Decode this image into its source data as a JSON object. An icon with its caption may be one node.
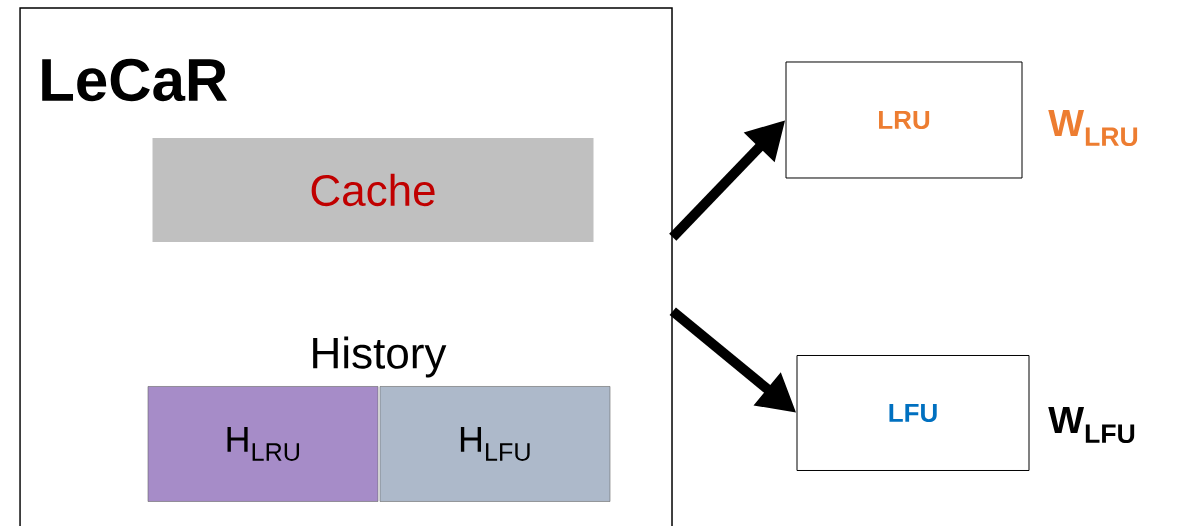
{
  "diagram": {
    "nodes": [
      {
        "text": [
          "LeCaR"
        ]
      },
      {
        "text": [
          "Cache"
        ],
        "in": 0
      },
      {
        "text": [
          "H$_{LRU}$"
        ],
        "in": 0
      },
      {
        "text": [
          "H$_{LFU}$"
        ],
        "in": 0
      },
      {
        "text": [
          "LRU"
        ],
        "beside": [
          "W$_{LRU}$"
        ]
      },
      {
        "text": [
          "LFU"
        ],
        "beside": [
          "W$_{LFU}$"
        ]
      }
    ],
    "edges": [
      {
        "from": 0,
        "to": 4,
        "arrow": "to"
      },
      {
        "from": 0,
        "to": 5,
        "arrow": "to"
      }
    ],
    "labels": [
      "History"
    ]
  }
}
